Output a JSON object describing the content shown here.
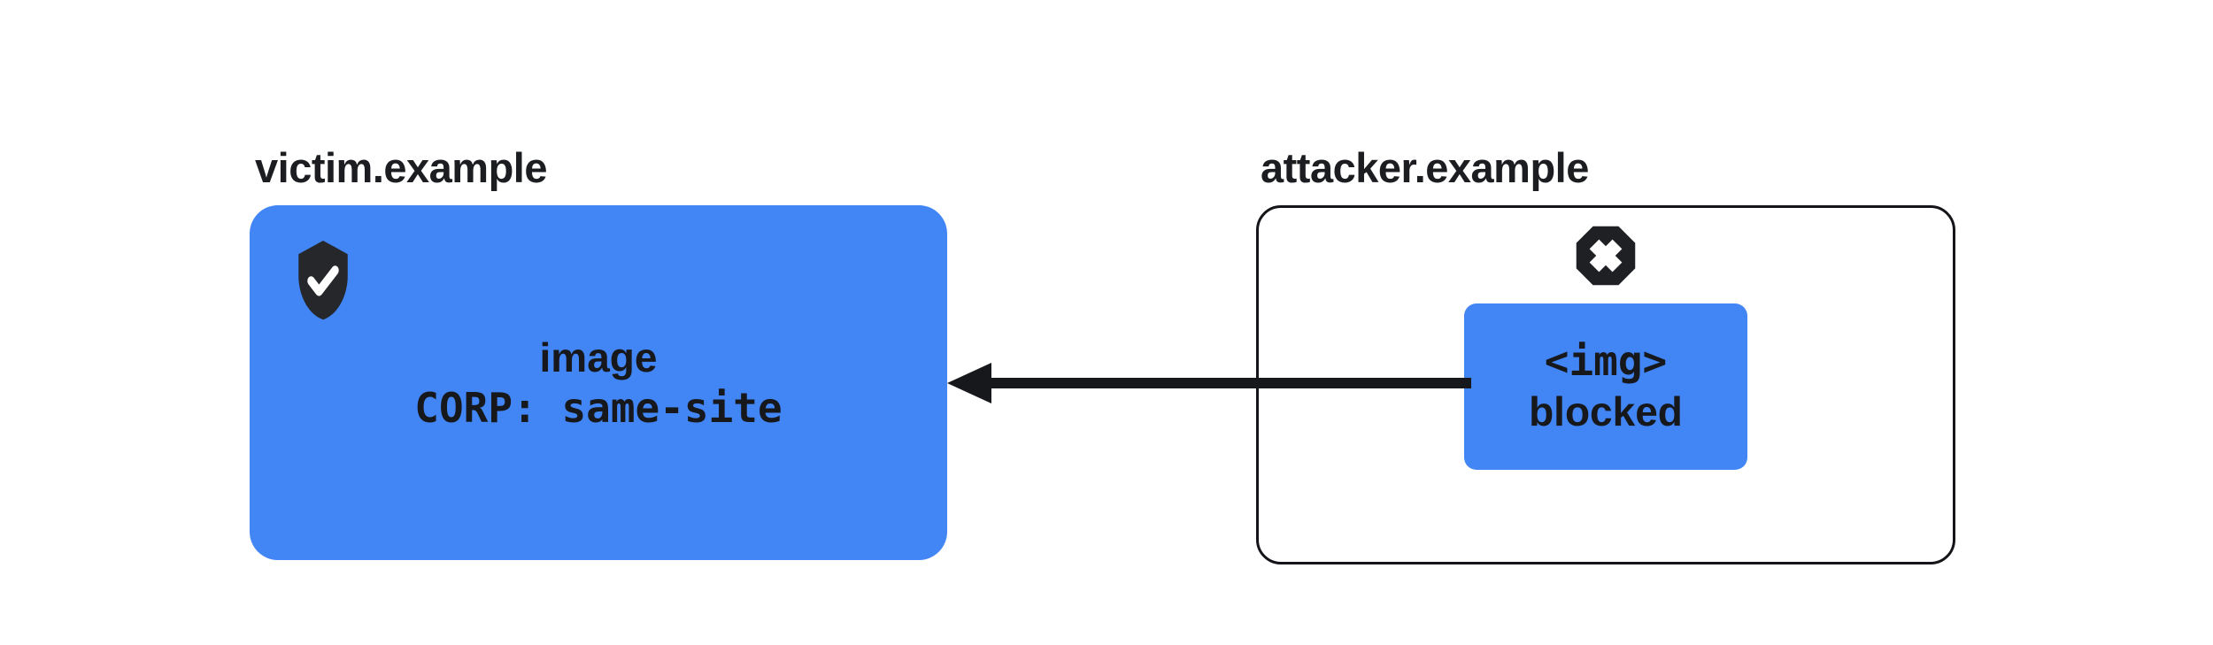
{
  "victim": {
    "domain_label": "victim.example",
    "resource_label": "image",
    "policy_label": "CORP: same-site",
    "icon": "shield-check"
  },
  "attacker": {
    "domain_label": "attacker.example",
    "request_tag": "<img>",
    "request_status": "blocked",
    "icon": "octagon-x"
  },
  "arrow": {
    "direction": "attacker-to-victim",
    "meaning": "cross-origin image request"
  },
  "colors": {
    "box_blue": "#4285f4",
    "ink_black": "#1b1d21",
    "icon_black": "#222428",
    "background": "#ffffff"
  }
}
